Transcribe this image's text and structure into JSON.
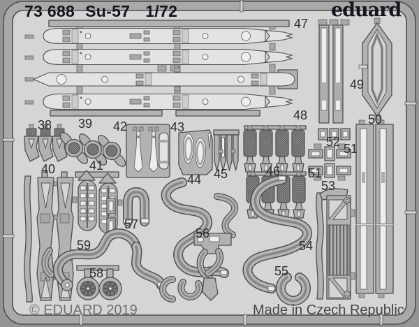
{
  "header": {
    "catalog_number": "73 688",
    "subject": "Su-57",
    "scale": "1/72",
    "brand_logo": "eduard"
  },
  "footer": {
    "copyright": "© EDUARD 2019",
    "made_in": "Made in Czech Republic"
  },
  "fret": {
    "part_labels": [
      "38",
      "39",
      "40",
      "41",
      "42",
      "43",
      "44",
      "45",
      "46",
      "47",
      "48",
      "49",
      "50",
      "51",
      "51",
      "52",
      "53",
      "54",
      "55",
      "56",
      "57",
      "58",
      "59"
    ]
  },
  "colors": {
    "background": "#949494",
    "fret_interior": "#d5d5d5",
    "fret_band": "#a9a9a9",
    "part_fill": "#b2b2b2",
    "part_light": "#e3e3e3",
    "outline": "#4e4e4e",
    "brand_text": "#15151f",
    "part_label_text": "#2d2d2d",
    "copyright_text": "#6f6f6f",
    "made_in_text": "#454545"
  }
}
